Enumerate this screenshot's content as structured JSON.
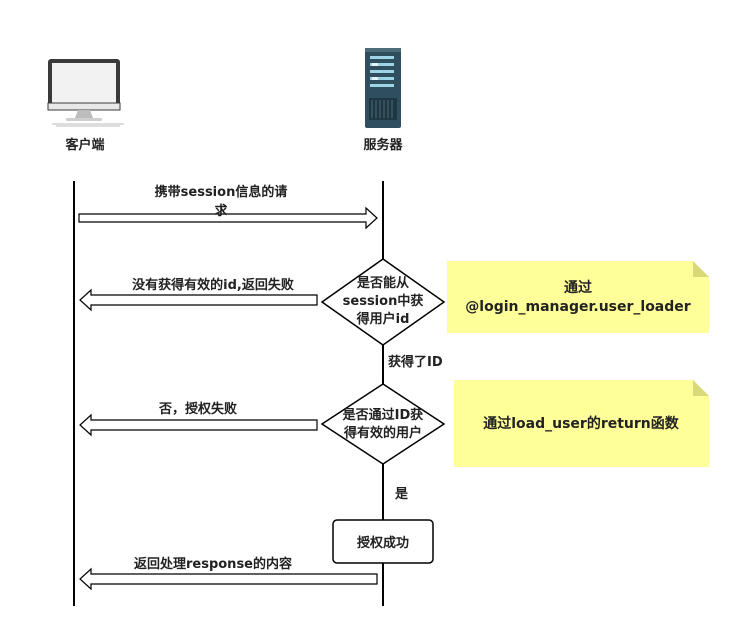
{
  "colors": {
    "line": "#000000",
    "arrow_fill": "#ffffff",
    "note_fill": "#ffff99",
    "note_fold": "#d9d97a",
    "monitor_frame": "#3a3a3a",
    "server_body": "#2f4f5f"
  },
  "icons": {
    "client": "desktop-computer-icon",
    "server": "server-tower-icon"
  },
  "actors": {
    "client": "客户端",
    "server": "服务器"
  },
  "messages": {
    "request_line1": "携带session信息的请",
    "request_line2": "求",
    "no_id": "没有获得有效的id,返回失败",
    "got_id": "获得了ID",
    "denied": "否，授权失败",
    "yes": "是",
    "response": "返回处理response的内容"
  },
  "decisions": {
    "get_id_line1": "是否能从",
    "get_id_line2": "session中获",
    "get_id_line3": "得用户id",
    "valid_user_line1": "是否通过ID获",
    "valid_user_line2": "得有效的用户"
  },
  "process": {
    "auth_success": "授权成功"
  },
  "notes": {
    "user_loader_line1": "通过",
    "user_loader_line2": "@login_manager.user_loader",
    "load_user": "通过load_user的return函数"
  }
}
